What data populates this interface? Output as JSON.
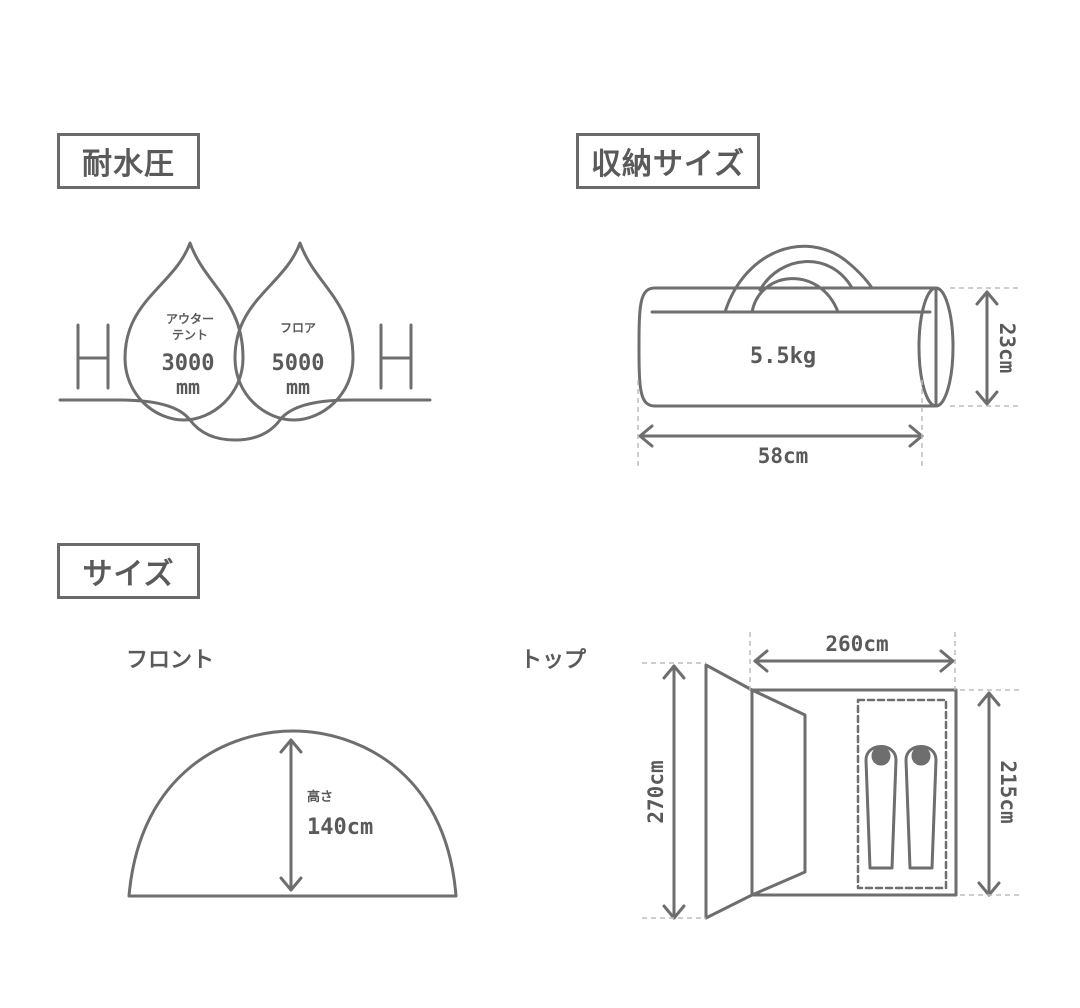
{
  "sections": {
    "water": {
      "title": "耐水圧"
    },
    "storage": {
      "title": "収納サイズ"
    },
    "size": {
      "title": "サイズ"
    }
  },
  "water_pressure": {
    "outer_tent": {
      "label_line1": "アウター",
      "label_line2": "テント",
      "value": "3000",
      "unit": "mm"
    },
    "floor": {
      "label": "フロア",
      "value": "5000",
      "unit": "mm"
    }
  },
  "storage": {
    "weight": "5.5kg",
    "width": "58cm",
    "height": "23cm"
  },
  "views": {
    "front": {
      "label": "フロント",
      "height_label": "高さ",
      "height_value": "140cm"
    },
    "top": {
      "label": "トップ",
      "width_value": "260cm",
      "length_value": "270cm",
      "inner_value": "215cm"
    }
  },
  "colors": {
    "line": "#6e6e6e",
    "text": "#5a5a5a",
    "dashed": "#bdbdbd"
  }
}
